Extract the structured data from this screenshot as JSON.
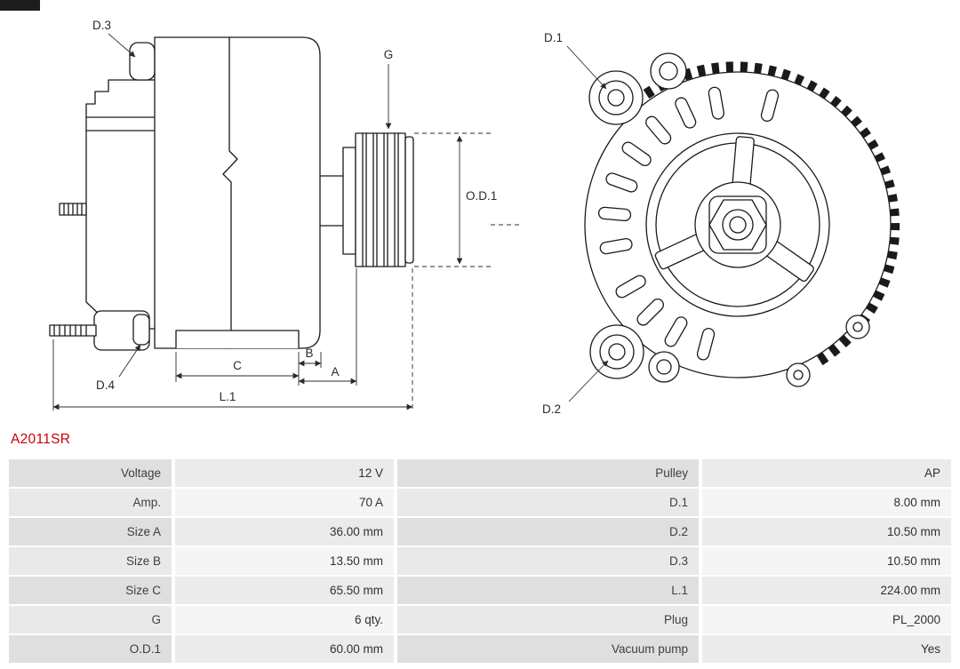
{
  "part_number": "A2011SR",
  "diagram": {
    "labels": {
      "d1": "D.1",
      "d2": "D.2",
      "d3": "D.3",
      "d4": "D.4",
      "g": "G",
      "od1": "O.D.1",
      "dim_a": "A",
      "dim_b": "B",
      "dim_c": "C",
      "dim_l1": "L.1"
    }
  },
  "spec_table": {
    "rows": [
      {
        "label_left": "Voltage",
        "value_left": "12 V",
        "label_right": "Pulley",
        "value_right": "AP"
      },
      {
        "label_left": "Amp.",
        "value_left": "70 A",
        "label_right": "D.1",
        "value_right": "8.00 mm"
      },
      {
        "label_left": "Size A",
        "value_left": "36.00 mm",
        "label_right": "D.2",
        "value_right": "10.50 mm"
      },
      {
        "label_left": "Size B",
        "value_left": "13.50 mm",
        "label_right": "D.3",
        "value_right": "10.50 mm"
      },
      {
        "label_left": "Size C",
        "value_left": "65.50 mm",
        "label_right": "L.1",
        "value_right": "224.00 mm"
      },
      {
        "label_left": "G",
        "value_left": "6 qty.",
        "label_right": "Plug",
        "value_right": "PL_2000"
      },
      {
        "label_left": "O.D.1",
        "value_left": "60.00 mm",
        "label_right": "Vacuum pump",
        "value_right": "Yes"
      }
    ]
  },
  "colors": {
    "part_number": "#cc0000",
    "line": "#1a1a1a"
  }
}
